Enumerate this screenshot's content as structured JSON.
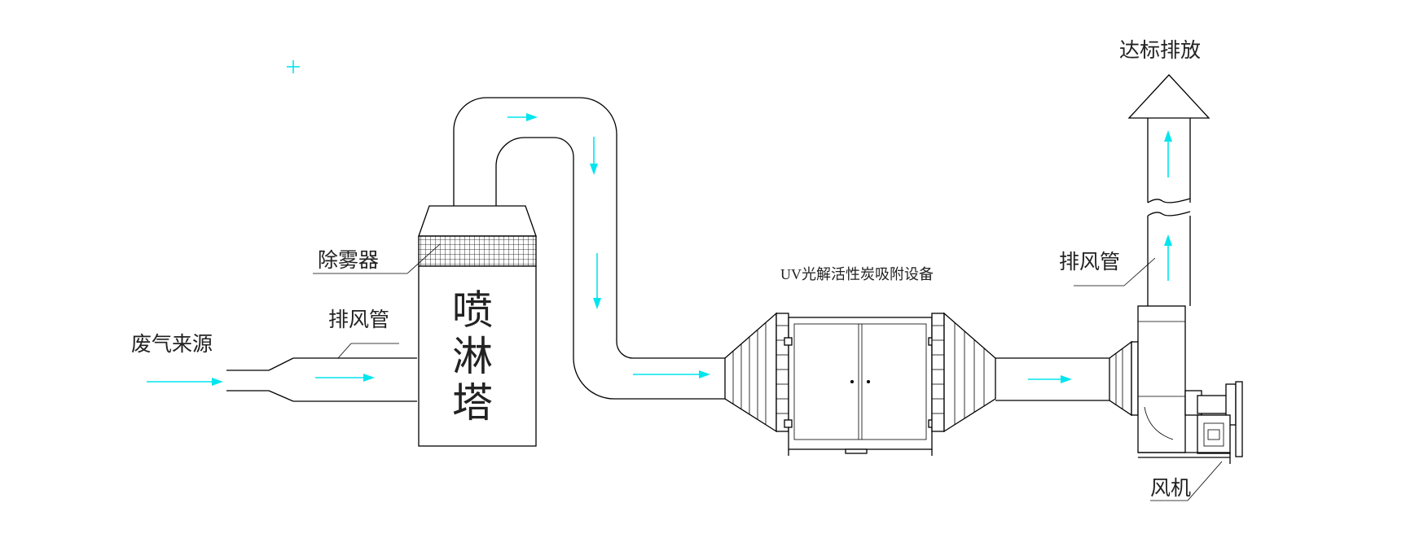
{
  "labels": {
    "waste_gas_source": "废气来源",
    "exhaust_pipe_inlet": "排风管",
    "demister": "除雾器",
    "spray_tower": [
      "喷",
      "淋",
      "塔"
    ],
    "uv_equipment": "UV光解活性炭吸附设备",
    "exhaust_pipe_outlet": "排风管",
    "compliant_discharge": "达标排放",
    "fan": "风机"
  },
  "colors": {
    "flow_arrow": "#00e5ee",
    "line": "#000000"
  }
}
